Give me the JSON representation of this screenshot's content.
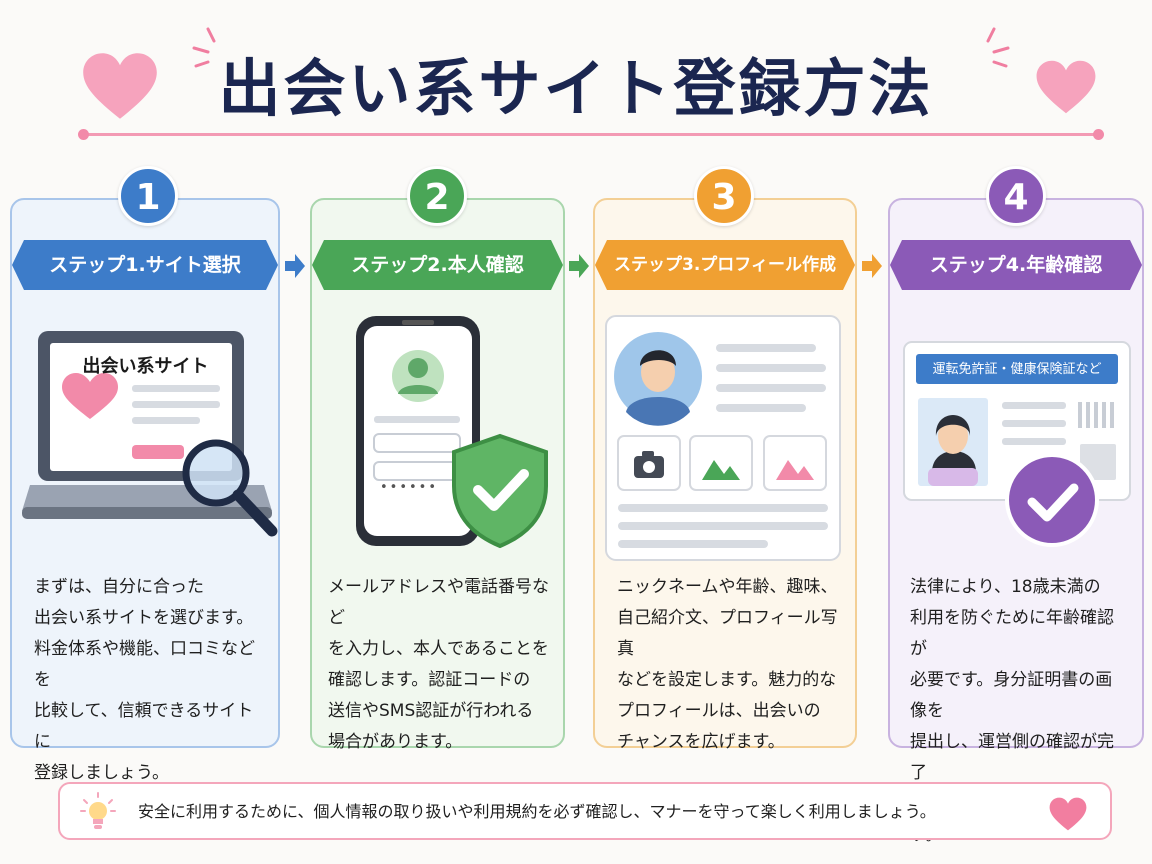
{
  "title": "出会い系サイト登録方法",
  "steps": [
    {
      "number": "1",
      "label": "ステップ1.サイト選択",
      "screen_title": "出会い系サイト",
      "text": "まずは、自分に合った\n出会い系サイトを選びます。\n料金体系や機能、口コミなどを\n比較して、信頼できるサイトに\n登録しましょう。"
    },
    {
      "number": "2",
      "label": "ステップ2.本人確認",
      "password_dots": "••••••",
      "text": "メールアドレスや電話番号など\nを入力し、本人であることを\n確認します。認証コードの\n送信やSMS認証が行われる\n場合があります。"
    },
    {
      "number": "3",
      "label": "ステップ3.プロフィール作成",
      "text": "ニックネームや年齢、趣味、\n自己紹介文、プロフィール写真\nなどを設定します。魅力的な\nプロフィールは、出会いの\nチャンスを広げます。"
    },
    {
      "number": "4",
      "label": "ステップ4.年齢確認",
      "id_banner": "運転免許証・健康保険証など",
      "text": "法律により、18歳未満の\n利用を防ぐために年齢確認が\n必要です。身分証明書の画像を\n提出し、運営側の確認が完了\nすると利用を開始できます。"
    }
  ],
  "tip": "安全に利用するために、個人情報の取り扱いや利用規約を必ず確認し、マナーを守って楽しく利用しましょう。",
  "colors": {
    "blue": "#3d7cc9",
    "green": "#4aa657",
    "orange": "#f0a032",
    "purple": "#8b5ab7",
    "pink": "#f27ea0",
    "navy": "#1b2650"
  },
  "icons": [
    "heart-icon",
    "magnifier-icon",
    "shield-check-icon",
    "camera-icon",
    "image-icon",
    "check-badge-icon",
    "lightbulb-icon"
  ]
}
